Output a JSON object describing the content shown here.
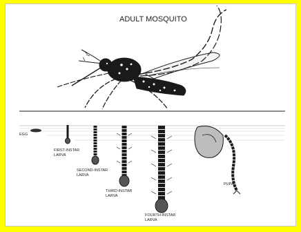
{
  "diagram": {
    "title": "ADULT MOSQUITO",
    "labels": {
      "egg": "EGG",
      "first_instar_1": "FIRST-INSTAR",
      "first_instar_2": "LARVA",
      "second_instar_1": "SECOND-INSTAR",
      "second_instar_2": "LARVA",
      "third_instar_1": "THIRD-INSTAR",
      "third_instar_2": "LARVA",
      "fourth_instar_1": "FOURTH-INSTAR",
      "fourth_instar_2": "LARVA",
      "pupa": "PUPA"
    }
  },
  "colors": {
    "border": "#ffff00",
    "ink": "#1a1a1a",
    "background": "#ffffff"
  }
}
